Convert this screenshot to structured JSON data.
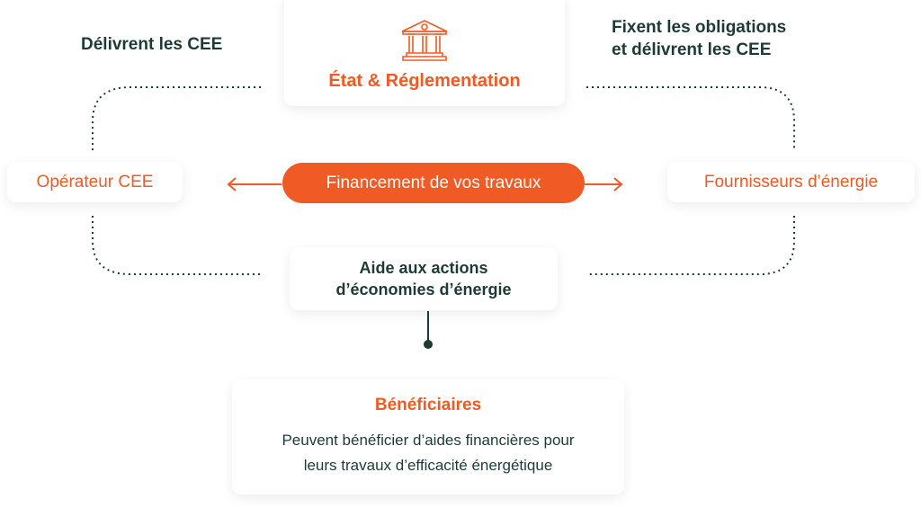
{
  "top": {
    "icon": "government-building-icon",
    "title": "État & Réglementation"
  },
  "left_label": "Délivrent les CEE",
  "right_label": [
    "Fixent les obligations",
    "et délivrent les CEE"
  ],
  "left_node": "Opérateur CEE",
  "right_node": "Fournisseurs d’énergie",
  "center_pill": "Financement de vos travaux",
  "bottom_node": [
    "Aide aux actions",
    "d’économies d’énergie"
  ],
  "beneficiaires": {
    "title": "Bénéficiaires",
    "text": [
      "Peuvent bénéficier d’aides financières pour",
      "leurs travaux d’efficacité énergétique"
    ]
  },
  "colors": {
    "accent": "#f05a24",
    "text": "#1d3b34"
  }
}
